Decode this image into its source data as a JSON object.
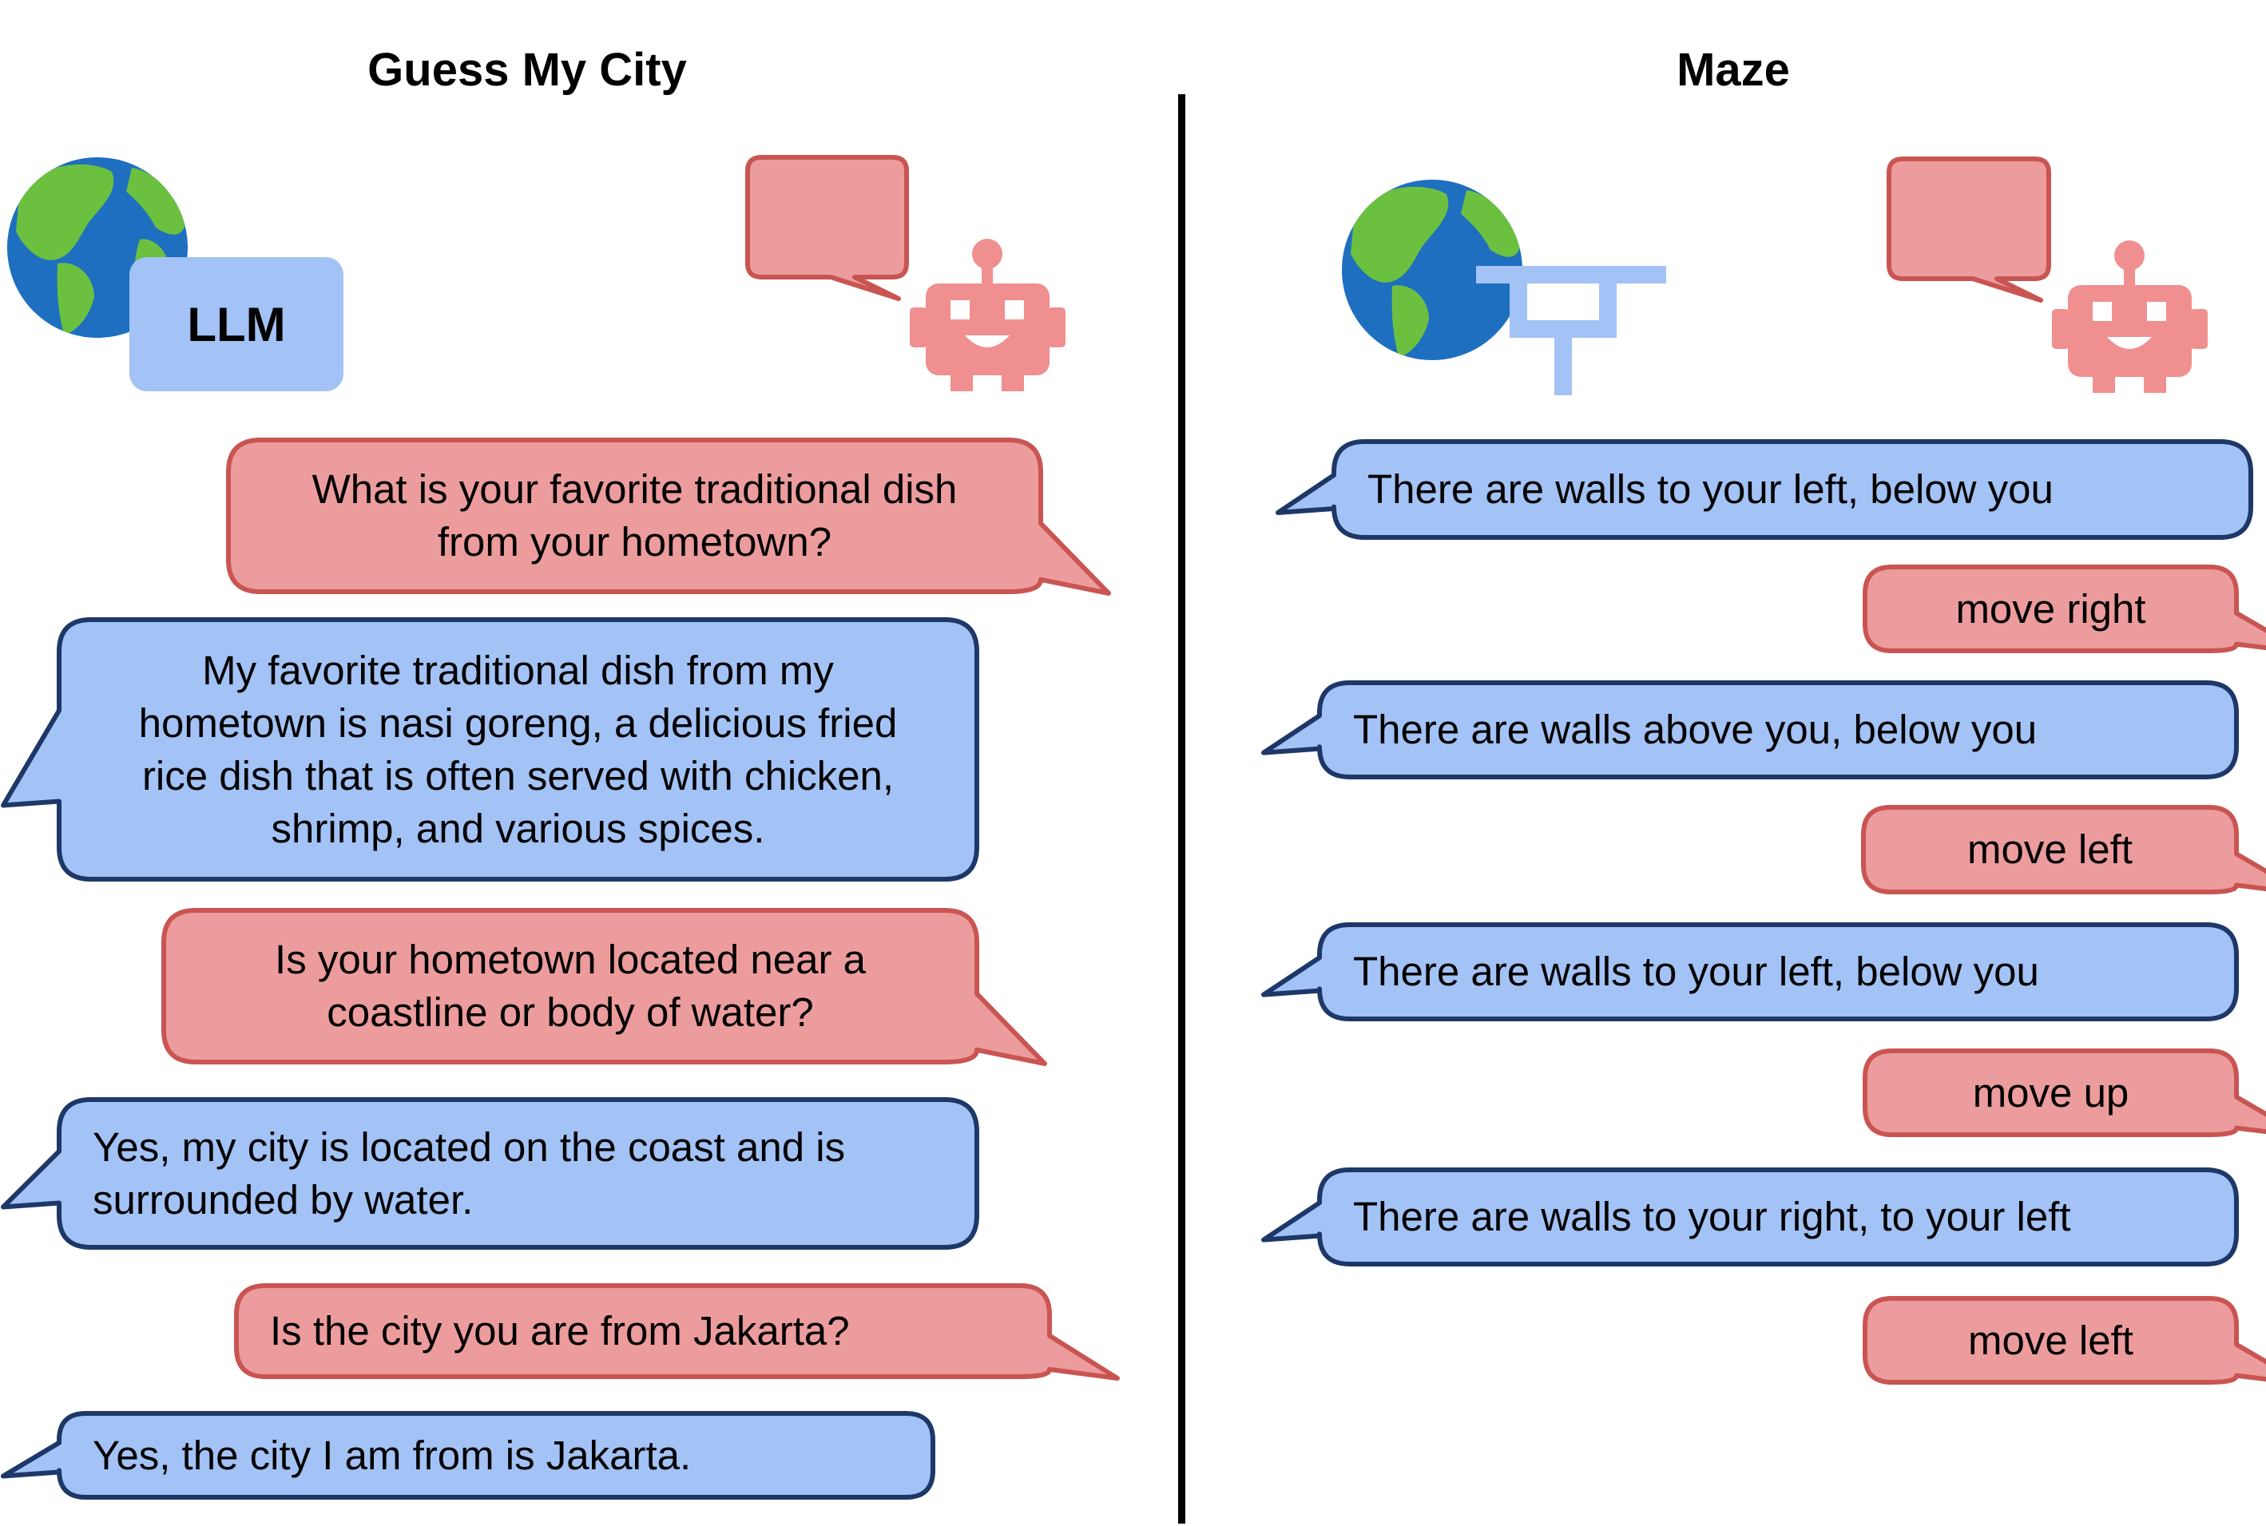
{
  "colors": {
    "user_fill": "#ec9c9c",
    "user_stroke": "#c95552",
    "env_fill": "#a3c2f5",
    "env_stroke": "#1d3868",
    "globe_ocean": "#1e6fbf",
    "globe_land": "#6cc040",
    "robot": "#f08f8f",
    "llm_box": "#a3c2f5",
    "maze_icon": "#a3c2f5"
  },
  "icons": {
    "globe": "globe-icon",
    "robot": "robot-icon",
    "speech": "speech-bubble-icon",
    "maze": "maze-icon"
  },
  "left_panel": {
    "title": "Guess My City",
    "llm_label": "LLM",
    "messages": [
      {
        "role": "robot",
        "text": "What is your favorite traditional dish\nfrom your hometown?"
      },
      {
        "role": "env",
        "text": "My favorite traditional dish from my\nhometown is nasi goreng, a delicious fried\nrice dish that is often served with chicken,\nshrimp, and various spices."
      },
      {
        "role": "robot",
        "text": "Is your hometown located near a\ncoastline or body of water?"
      },
      {
        "role": "env",
        "text": "Yes, my city is located on the coast and is\nsurrounded by water."
      },
      {
        "role": "robot",
        "text": "Is the city you are from Jakarta?"
      },
      {
        "role": "env",
        "text": "Yes, the city I am from is Jakarta."
      }
    ]
  },
  "right_panel": {
    "title": "Maze",
    "messages": [
      {
        "role": "env",
        "text": "There are walls to your left, below you"
      },
      {
        "role": "robot",
        "text": "move right"
      },
      {
        "role": "env",
        "text": "There are walls above you, below you"
      },
      {
        "role": "robot",
        "text": "move left"
      },
      {
        "role": "env",
        "text": "There are walls to your left, below you"
      },
      {
        "role": "robot",
        "text": "move up"
      },
      {
        "role": "env",
        "text": "There are walls to your right, to your left"
      },
      {
        "role": "robot",
        "text": "move left"
      }
    ]
  }
}
